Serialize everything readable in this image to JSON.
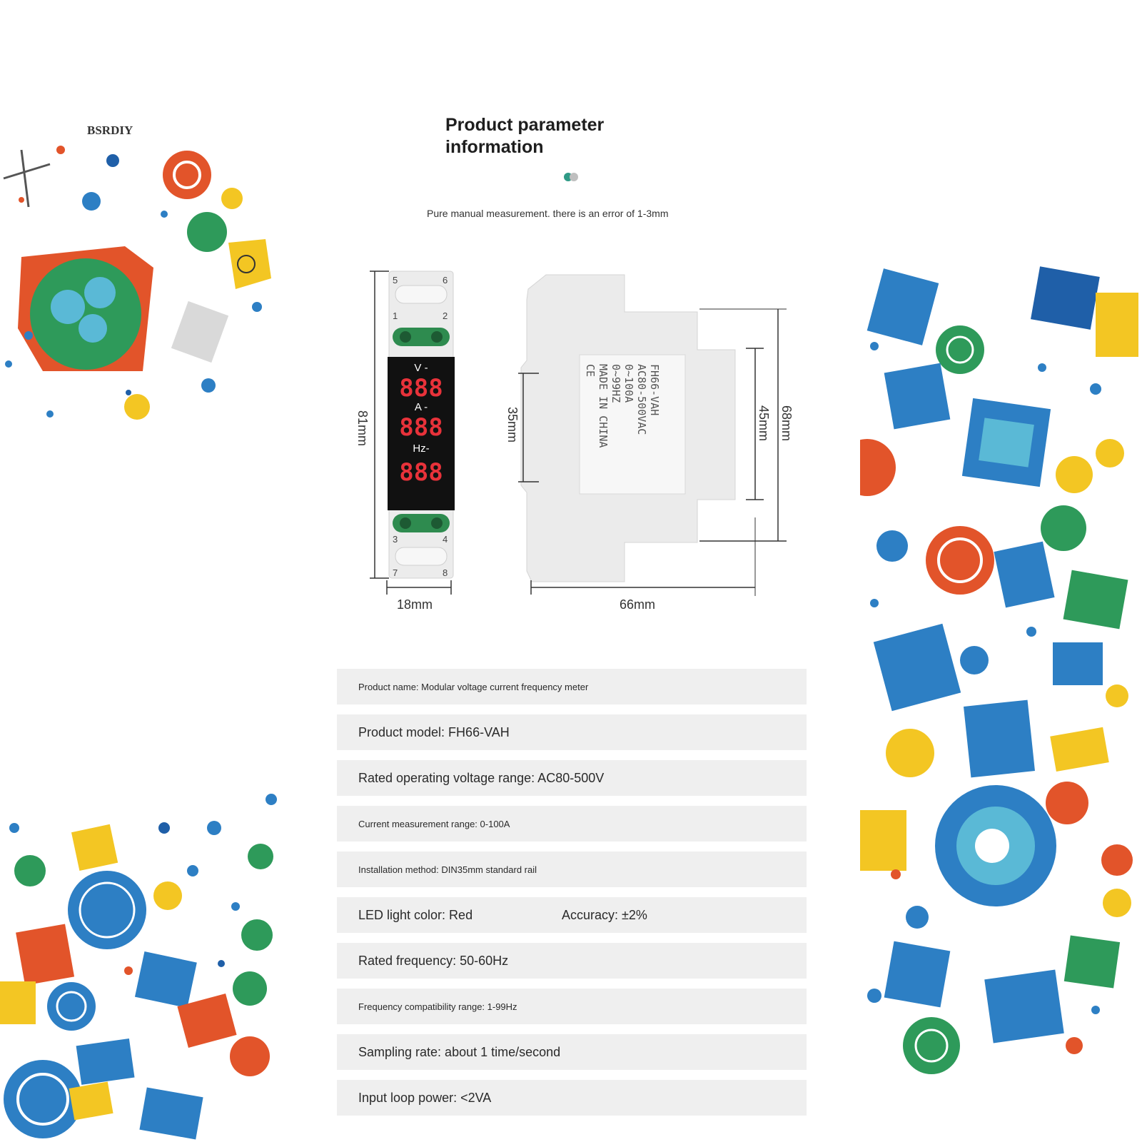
{
  "header": {
    "title_line1": "Product parameter",
    "title_line2": "information",
    "accent_colors": [
      "#2f9a86",
      "#bfbfbf"
    ],
    "note": "Pure manual measurement. there is an error of 1-3mm"
  },
  "front_view": {
    "display_labels": [
      "V -",
      "A -",
      "Hz-"
    ],
    "display_digits": [
      "888",
      "888",
      "888"
    ],
    "terminal_numbers": [
      "5",
      "6",
      "1",
      "2",
      "3",
      "4",
      "7",
      "8"
    ],
    "height_label": "81mm",
    "width_label": "18mm",
    "led_color": "#e8323a",
    "terminal_color": "#2e8b4f"
  },
  "side_view": {
    "label_lines": [
      "FH66-VAH",
      "AC80-500VAC",
      "0~100A",
      "0~99HZ",
      "MADE IN CHINA",
      "CE"
    ],
    "dim_35": "35mm",
    "dim_45": "45mm",
    "dim_68": "68mm",
    "dim_66": "66mm"
  },
  "specs": [
    {
      "text": "Product name: Modular voltage current frequency meter",
      "size": "s"
    },
    {
      "text": "Product model: FH66-VAH",
      "size": "m"
    },
    {
      "text": "Rated operating voltage range: AC80-500V",
      "size": "m"
    },
    {
      "text": "Current measurement range: 0-100A",
      "size": "s"
    },
    {
      "text": "Installation method: DIN35mm standard rail",
      "size": "s"
    },
    {
      "text": "LED light color: Red",
      "second": "Accuracy: ±2%",
      "size": "m"
    },
    {
      "text": "Rated frequency: 50-60Hz",
      "size": "m"
    },
    {
      "text": "Frequency compatibility range: 1-99Hz",
      "size": "s"
    },
    {
      "text": "Sampling rate: about 1 time/second",
      "size": "m"
    },
    {
      "text": "Input loop power: <2VA",
      "size": "m"
    }
  ],
  "decor": {
    "palette": [
      "#e2542a",
      "#2d7fc4",
      "#f3c623",
      "#2e9a5a",
      "#1f5fa8"
    ],
    "stamp_text": "BSRDIY"
  }
}
